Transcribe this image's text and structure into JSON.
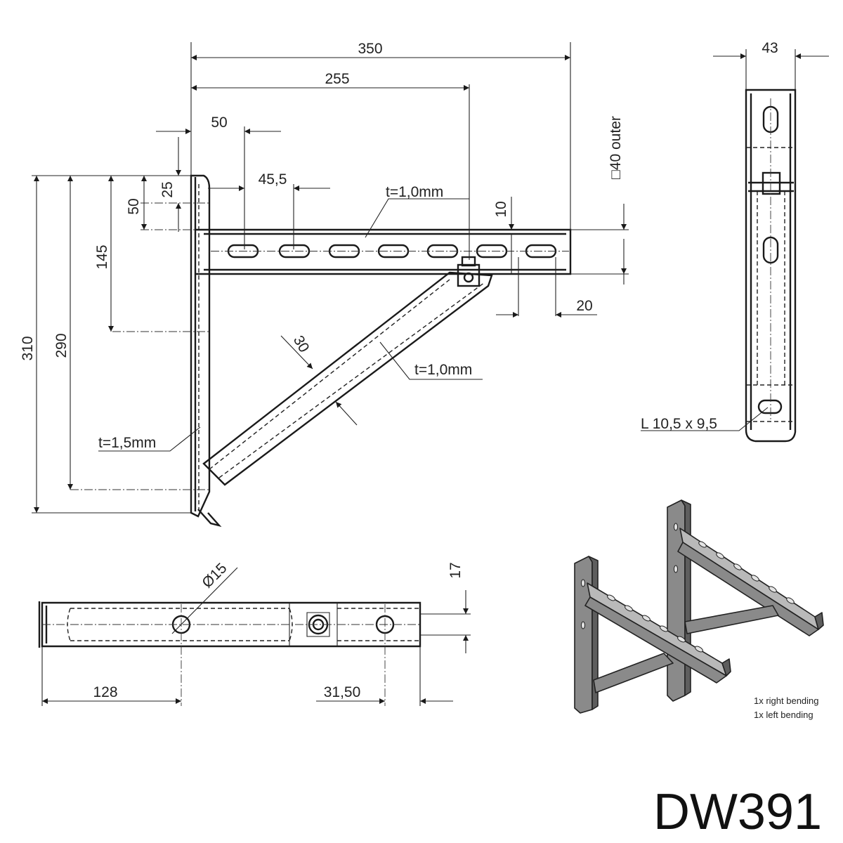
{
  "product_code": "DW391",
  "dimensions": {
    "overall_length": "350",
    "arm_length": "255",
    "first_slot": "50",
    "slot_pitch": "45,5",
    "top_offset": "25",
    "top_offset_b": "50",
    "brace_height": "145",
    "overall_height": "310",
    "upright_height": "290",
    "rail_depth": "10",
    "slot_end": "20",
    "brace_width": "30",
    "profile_width": "43",
    "hole_diameter": "Ø15",
    "plan_depth": "17",
    "plan_length": "128",
    "plan_end": "31,50"
  },
  "annotations": {
    "rail_thickness": "t=1,0mm",
    "brace_thickness": "t=1,0mm",
    "upright_thickness": "t=1,5mm",
    "profile_size": "□40 outer",
    "slot_size": "L 10,5 x 9,5"
  },
  "notes": {
    "line1": "1x right bending",
    "line2": "1x left bending"
  }
}
